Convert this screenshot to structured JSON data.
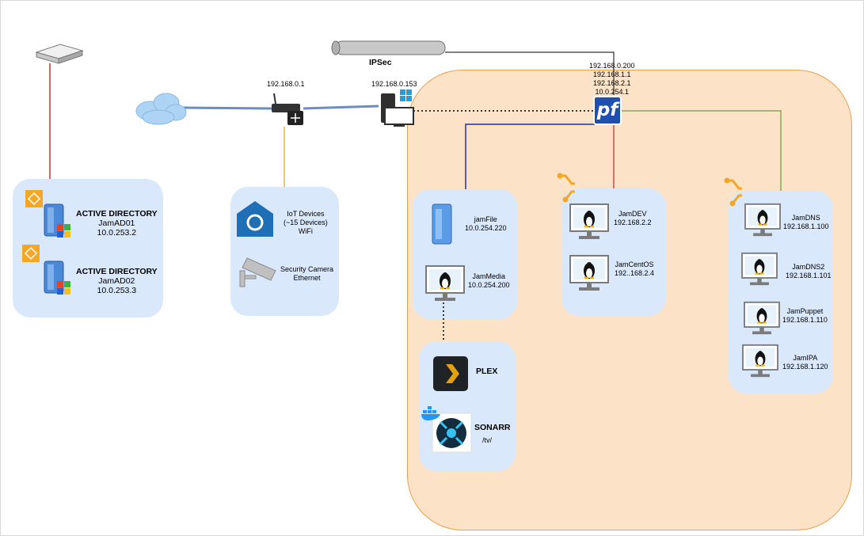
{
  "ipsec": {
    "label": "IPSec"
  },
  "router": {
    "ip": "192.168.0.1"
  },
  "workstation": {
    "ip": "192.168.0.153"
  },
  "pfsense": {
    "logo": "pf",
    "ips": [
      "192.168.0.200",
      "192.168.1.1",
      "192.168.2.1",
      "10.0.254.1"
    ]
  },
  "ad_servers": [
    {
      "title": "ACTIVE DIRECTORY",
      "name": "JamAD01",
      "ip": "10.0.253.2"
    },
    {
      "title": "ACTIVE DIRECTORY",
      "name": "JamAD02",
      "ip": "10.0.253.3"
    }
  ],
  "iot": {
    "devices": {
      "line1": "IoT Devices",
      "line2": "(~15 Devices)",
      "line3": "WiFi"
    },
    "camera": {
      "line1": "Security Camera",
      "line2": "Ethernet"
    }
  },
  "storage": {
    "file": {
      "name": "jamFile",
      "ip": "10.0.254.220"
    },
    "media": {
      "name": "JamMedia",
      "ip": "10.0.254.200"
    }
  },
  "apps": {
    "plex": {
      "name": "PLEX"
    },
    "sonarr": {
      "name": "SONARR",
      "path": "/tv/"
    }
  },
  "dev": [
    {
      "name": "JamDEV",
      "ip": "192.168.2.2"
    },
    {
      "name": "JamCentOS",
      "ip": "192..168.2.4"
    }
  ],
  "prod": [
    {
      "name": "JamDNS",
      "ip": "192.168.1.100"
    },
    {
      "name": "JamDNS2",
      "ip": "192.168.1.101"
    },
    {
      "name": "JamPuppet",
      "ip": "192.168.1.110"
    },
    {
      "name": "JamIPA",
      "ip": "192.168.1.120"
    }
  ],
  "colors": {
    "panel": "#dae8fc",
    "zone": "#fce3c8",
    "zone_border": "#e8a050",
    "wan_link": "#6c8ebf",
    "lan_blue": "#1f2fa0",
    "lan_red": "#cc2222",
    "lan_green": "#6a9e3a",
    "iot_link": "#d6a020",
    "ad_link": "#b00000",
    "orange": "#f5a623"
  }
}
